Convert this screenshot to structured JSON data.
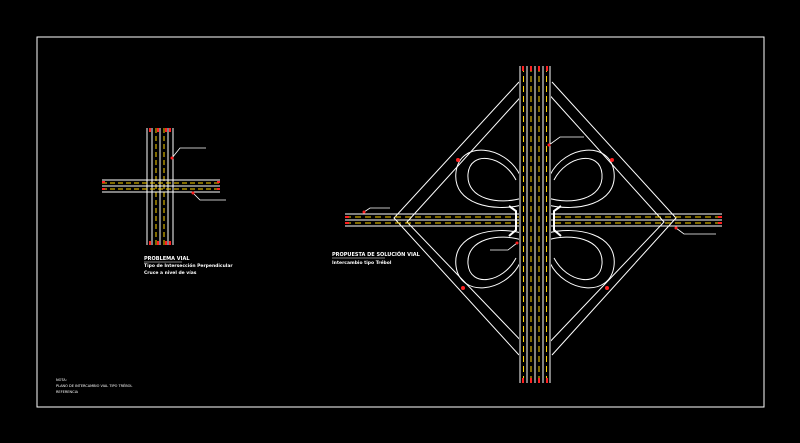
{
  "drawing": {
    "background": "#000000",
    "frame_color": "#ffffff",
    "road_color": "#ffffff",
    "centerline_color": "#ffd400",
    "marker_color": "#ff2020"
  },
  "left_view": {
    "title": "PROBLEMA VIAL",
    "subtitle_line1": "Tipo de Intersección Perpendicular",
    "subtitle_line2": "Cruce a nivel de vías"
  },
  "right_view": {
    "title": "PROPUESTA DE SOLUCIÓN VIAL",
    "subtitle": "Intercambio tipo Trébol"
  },
  "notes": {
    "lines": [
      "NOTA:",
      "PLANO DE INTERCAMBIO VIAL TIPO TRÉBOL",
      "REFERENCIA"
    ]
  }
}
